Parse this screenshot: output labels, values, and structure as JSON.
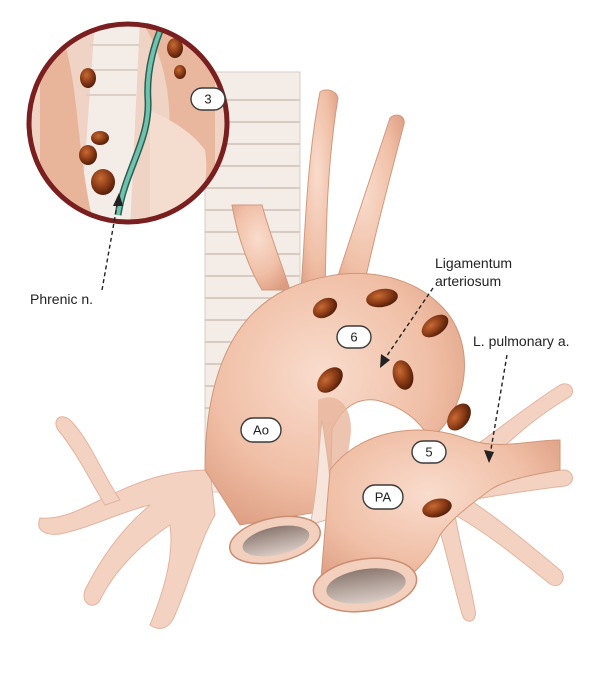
{
  "labels": {
    "ligamentum_line1": "Ligamentum",
    "ligamentum_line2": "arteriosum",
    "l_pulmonary": "L. pulmonary a.",
    "phrenic": "Phrenic n."
  },
  "tags": {
    "ao": "Ao",
    "pa": "PA",
    "station3": "3",
    "station5": "5",
    "station6": "6"
  },
  "colors": {
    "vessel": "#f1c4ae",
    "vessel_shade": "#e3a68a",
    "vessel_outline": "#c98d72",
    "trachea": "#f4ede8",
    "trachea_line": "#d8cbc2",
    "lymph_node": "#8a3b16",
    "inset_border": "#7a1f1f",
    "nerve": "#5fb3a0"
  }
}
